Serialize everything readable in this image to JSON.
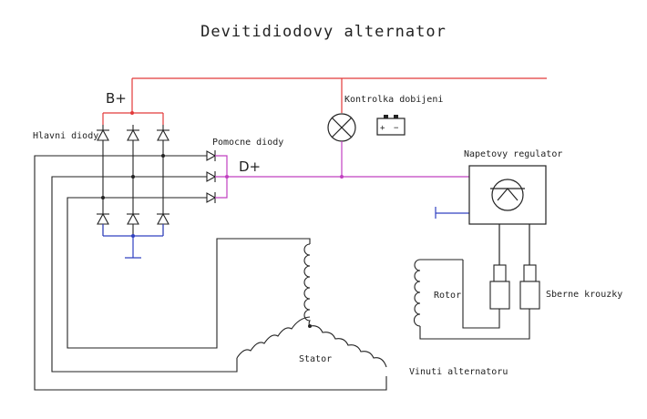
{
  "title": "Devitidiodovy alternator",
  "labels": {
    "b_plus": "B+",
    "d_plus": "D+",
    "main_diodes": "Hlavni diody",
    "aux_diodes": "Pomocne diody",
    "charge_lamp": "Kontrolka dobijeni",
    "voltage_regulator": "Napetovy regulator",
    "rotor": "Rotor",
    "slip_rings": "Sberne krouzky",
    "stator": "Stator",
    "windings": "Vinuti alternatoru"
  },
  "battery_symbol": {
    "plus": "+",
    "minus": "−"
  },
  "colors": {
    "b_plus_line": "#e23a3a",
    "d_plus_line": "#c040c0",
    "ground_line": "#3040c0",
    "wiring": "#222222"
  }
}
